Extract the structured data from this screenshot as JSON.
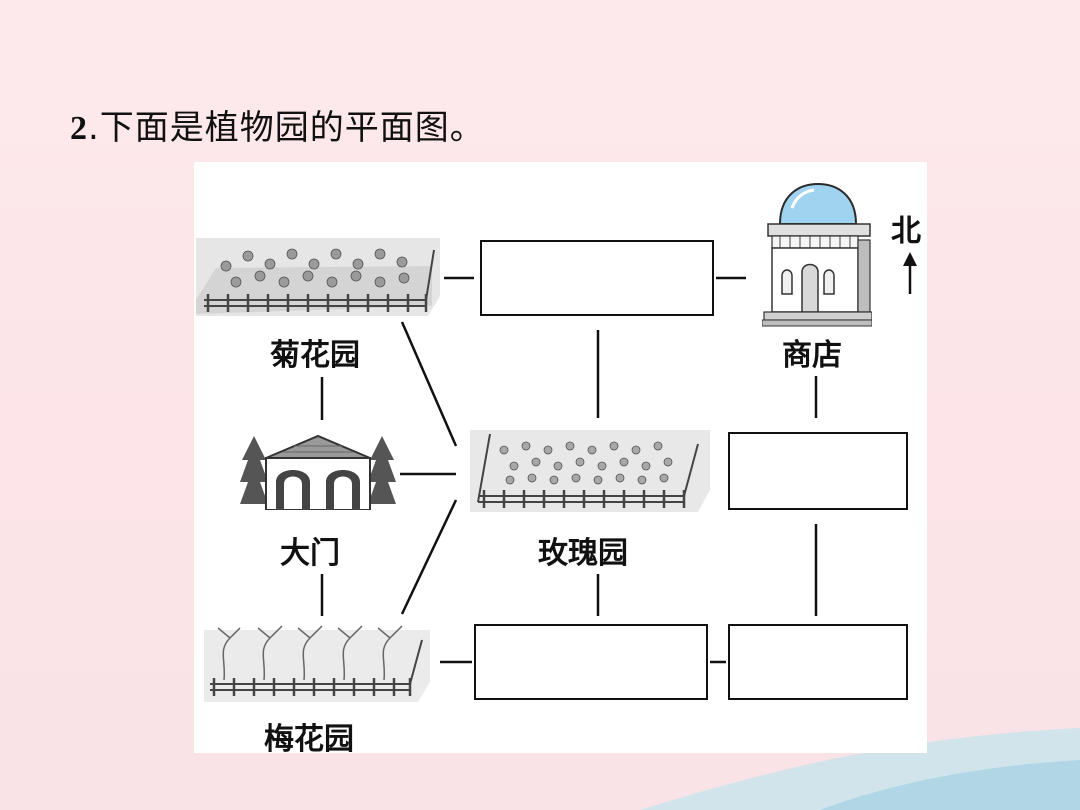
{
  "question": {
    "number": "2",
    "text": ".下面是植物园的平面图。"
  },
  "map": {
    "north_label": "北",
    "places": {
      "chrysanthemum_garden": "菊花园",
      "shop": "商店",
      "main_gate": "大门",
      "rose_garden": "玫瑰园",
      "plum_garden": "梅花园"
    }
  },
  "colors": {
    "background": "#fde9ec",
    "panel": "#ffffff",
    "line": "#111111",
    "dome": "#9fd3f0"
  }
}
